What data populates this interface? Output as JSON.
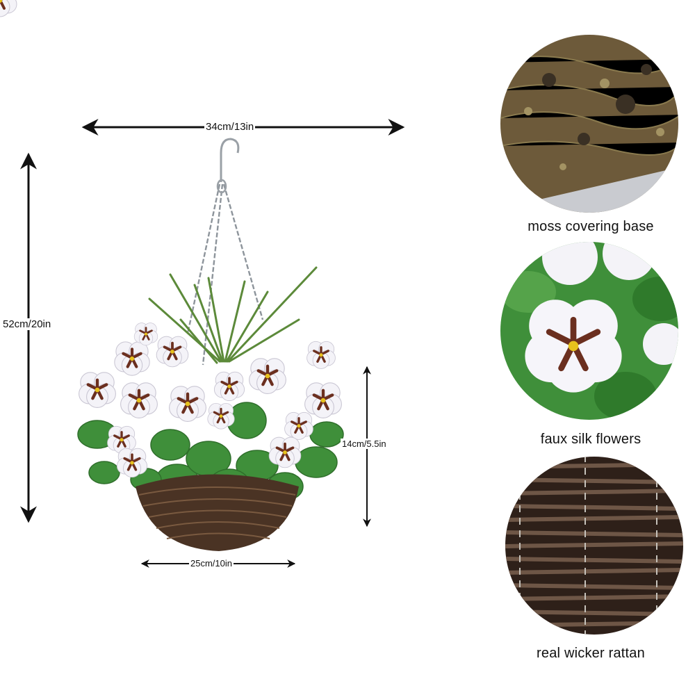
{
  "dimensions": {
    "width_top": "34cm/13in",
    "height_total": "52cm/20in",
    "height_basket": "14cm/5.5in",
    "width_basket": "25cm/10in"
  },
  "features": [
    {
      "caption": "moss covering base",
      "icon": "moss-texture"
    },
    {
      "caption": "faux silk flowers",
      "icon": "pansy-flower"
    },
    {
      "caption": "real wicker rattan",
      "icon": "wicker-weave"
    }
  ],
  "colors": {
    "petal": "#f4f3f8",
    "pansy_center": "#6b2f1f",
    "leaf": "#3f8f3a",
    "wicker": "#4a3324",
    "moss": "#6d5a3a"
  }
}
